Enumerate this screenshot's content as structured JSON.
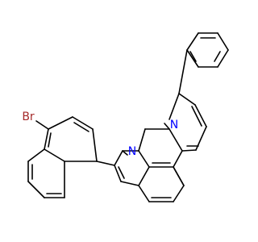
{
  "molecule": {
    "atoms": [
      {
        "id": "Br",
        "label": "Br",
        "color": "#a52a2a"
      },
      {
        "id": "N1",
        "label": "N",
        "color": "#0000ff"
      },
      {
        "id": "N2",
        "label": "N",
        "color": "#0000ff"
      }
    ],
    "colors": {
      "bond": "#000000",
      "background": "#ffffff"
    }
  }
}
